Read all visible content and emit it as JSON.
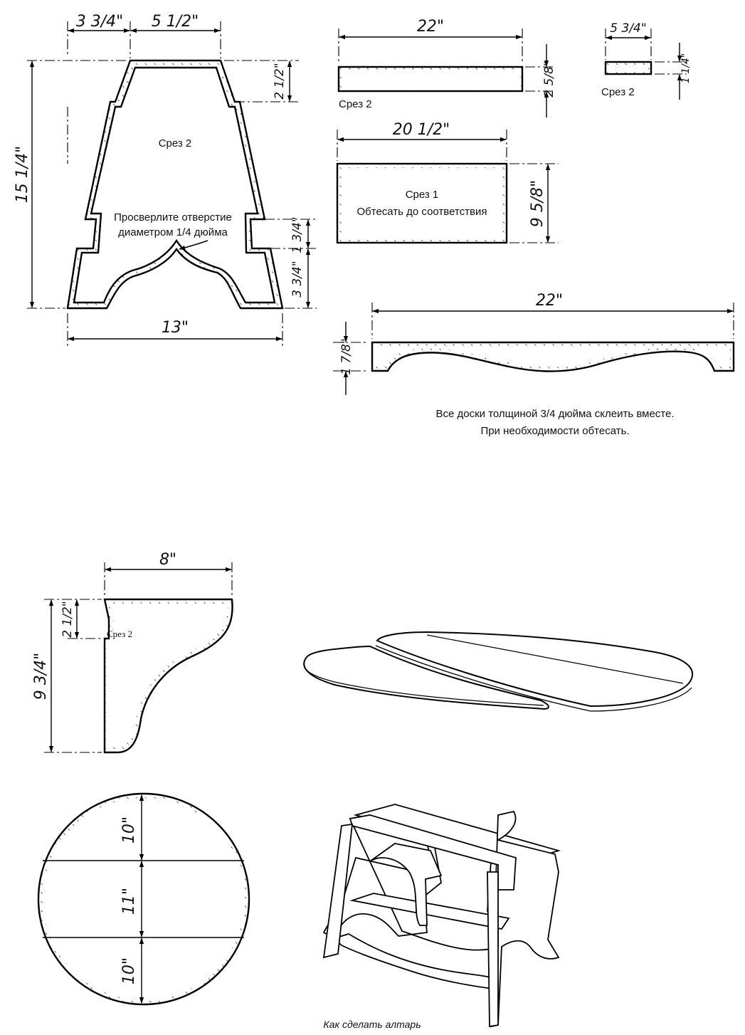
{
  "side_panel": {
    "dim_top_left": "3 3/4\"",
    "dim_top_right": "5 1/2\"",
    "dim_notch_top": "2 1/2\"",
    "dim_height": "15 1/4\"",
    "dim_notch_low": "1 3/4\"",
    "dim_foot": "3 3/4\"",
    "dim_width": "13\"",
    "cut_label": "Срез 2",
    "drill_note_line1": "Просверлите отверстие",
    "drill_note_line2": "диаметром 1/4 дюйма"
  },
  "rail": {
    "dim_length": "22\"",
    "dim_height": "2 5/8\"",
    "cut_label": "Срез 2"
  },
  "cleat": {
    "dim_length": "5 3/4\"",
    "dim_height": "1 1/4\"",
    "cut_label": "Срез 2"
  },
  "shelf": {
    "dim_length": "20 1/2\"",
    "dim_height": "9 5/8\"",
    "cut_label": "Срез 1",
    "fit_note": "Обтесать до соответствия"
  },
  "apron": {
    "dim_length": "22\"",
    "dim_height": "1 7/8\""
  },
  "glue_note": {
    "line1": "Все доски толщиной 3/4 дюйма склеить вместе.",
    "line2": "При необходимости обтесать."
  },
  "bracket": {
    "dim_width": "8\"",
    "dim_notch": "2 1/2\"",
    "dim_height": "9 3/4\"",
    "cut_label": "Срез 2"
  },
  "round_top": {
    "dim_top": "10\"",
    "dim_middle": "11\"",
    "dim_bottom": "10\""
  },
  "caption": "Как сделать алтарь"
}
